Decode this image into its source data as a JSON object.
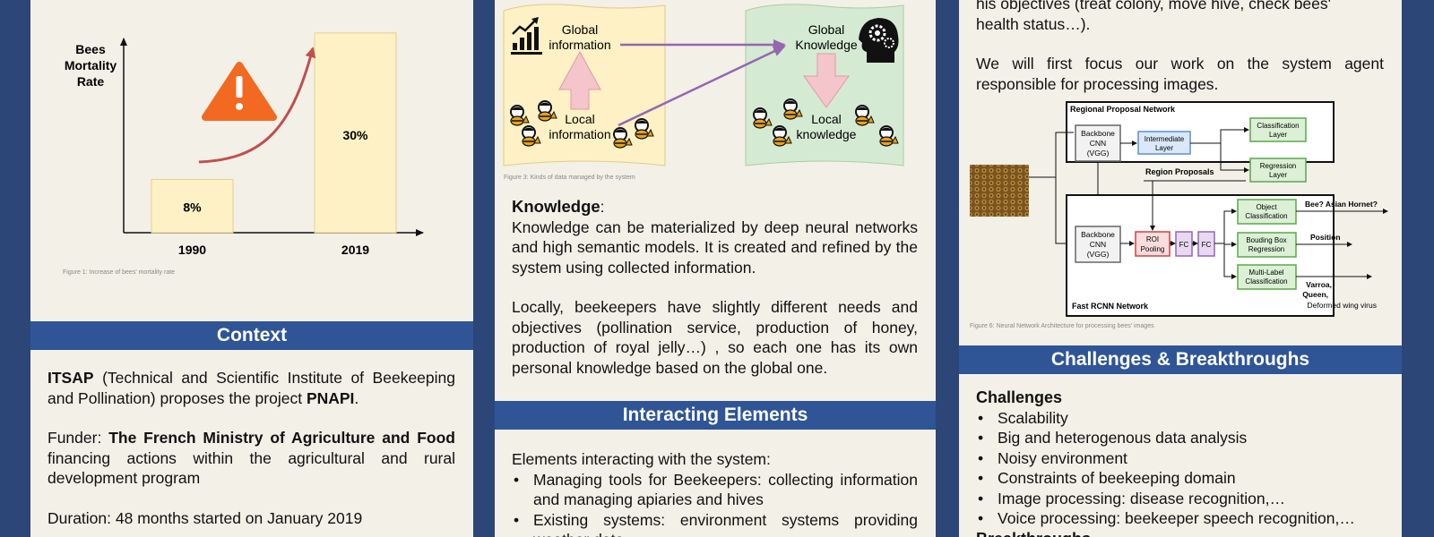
{
  "col1": {
    "chart": {
      "ylabel": [
        "Bees",
        "Mortality",
        "Rate"
      ],
      "caption": "Figure 1: Increase of bees' mortality rate"
    },
    "chart_data": {
      "type": "bar",
      "categories": [
        "1990",
        "2019"
      ],
      "values": [
        8,
        30
      ],
      "value_labels": [
        "8%",
        "30%"
      ],
      "ylabel": "Bees Mortality Rate",
      "ylim": [
        0,
        32
      ],
      "colors": {
        "bar_fill": "#fdf1c5",
        "bar_stroke": "#e5d28a",
        "warning": "#f26a21",
        "arrow": "#c0504d"
      }
    },
    "context_header": "Context",
    "p1": {
      "b1": "ITSAP",
      "t1": " (Technical and Scientific Institute of Beekeeping and Pollination) proposes the project ",
      "b2": "PNAPI",
      "t2": "."
    },
    "p2": {
      "t1": "Funder: ",
      "b1": "The French Ministry of Agriculture and Food",
      "t2": " financing actions within the agricultural and rural development program"
    },
    "p3": "Duration: 48 months started on January 2019"
  },
  "col2": {
    "diagram": {
      "global_information": [
        "Global",
        "information"
      ],
      "local_information": [
        "Local",
        "information"
      ],
      "global_knowledge": [
        "Global",
        "Knowledge"
      ],
      "local_knowledge": [
        "Local",
        "knowledge"
      ],
      "caption": "Figure 3: Kinds of data managed by the system",
      "colors": {
        "info_fill": "#fdf1c5",
        "knowledge_fill": "#d5ead3",
        "purple_arrow": "#9467b0",
        "pink_arrow": "#f4c6cc"
      }
    },
    "knowledge_title": "Knowledge",
    "knowledge_colon": ":",
    "knowledge_p1": "Knowledge can be materialized by deep neural networks and high semantic models. It is created and refined by the system using collected information.",
    "knowledge_p2": "Locally, beekeepers have slightly different needs and objectives (pollination service, production of honey, production of royal jelly…) , so each one has its own personal knowledge based on the global one.",
    "interacting_header": "Interacting Elements",
    "interacting_intro": "Elements interacting with the system:",
    "interacting_items": [
      "Managing tools for Beekeepers: collecting information and managing apiaries and hives",
      "Existing systems: environment systems providing weather data"
    ]
  },
  "col3": {
    "top_line1": "his objectives (treat colony, move hive, check bees'",
    "top_line2": "health status…).",
    "focus_text": "We will first focus our work on the system agent responsible for processing images.",
    "nn": {
      "rpn_title": "Regional Proposal Network",
      "backbone": [
        "Backbone",
        "CNN",
        "(VGG)"
      ],
      "intermediate": [
        "Intermediate",
        "Layer"
      ],
      "classification": [
        "Classification",
        "Layer"
      ],
      "region_proposals": "Region Proposals",
      "regression": [
        "Regression",
        "Layer"
      ],
      "fast_rcnn_title": "Fast RCNN Network",
      "roi": [
        "ROI",
        "Pooling"
      ],
      "fc": "FC",
      "object_cls": [
        "Object",
        "Classification"
      ],
      "bbox": [
        "Bouding Box",
        "Regression"
      ],
      "multilabel": [
        "Multi-Label",
        "Classification"
      ],
      "out1": "Bee? Asian Hornet?",
      "out2": "Position",
      "out3": [
        "Varroa,",
        "Queen,",
        "Deformed wing virus"
      ],
      "caption": "Figure 6: Neural Network Architecture for processing bees' images"
    },
    "challenges_header": "Challenges & Breakthroughs",
    "challenges_title": "Challenges",
    "challenges_items": [
      "Scalability",
      "Big and heterogenous data analysis",
      "Noisy environment",
      "Constraints of beekeeping domain",
      "Image processing: disease recognition,…",
      "Voice processing: beekeeper speech recognition,…"
    ],
    "breakthroughs_title": "Breakthroughs"
  }
}
